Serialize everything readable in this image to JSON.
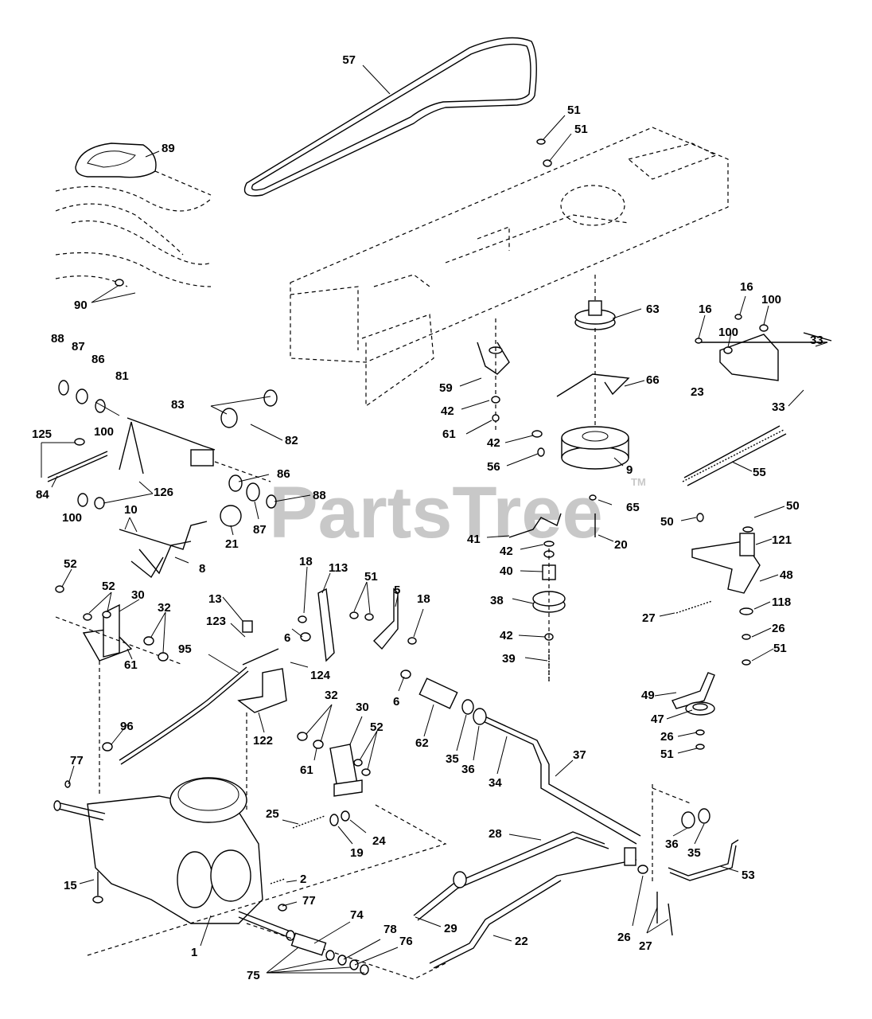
{
  "watermark": {
    "text": "PartsTree",
    "tm": "TM"
  },
  "callouts": [
    {
      "id": "c57",
      "text": "57"
    },
    {
      "id": "c51a",
      "text": "51"
    },
    {
      "id": "c51b",
      "text": "51"
    },
    {
      "id": "c89",
      "text": "89"
    },
    {
      "id": "c90",
      "text": "90"
    },
    {
      "id": "c63",
      "text": "63"
    },
    {
      "id": "c16a",
      "text": "16"
    },
    {
      "id": "c16b",
      "text": "16"
    },
    {
      "id": "c100a",
      "text": "100"
    },
    {
      "id": "c100b",
      "text": "100"
    },
    {
      "id": "c33a",
      "text": "33"
    },
    {
      "id": "c33b",
      "text": "33"
    },
    {
      "id": "c23",
      "text": "23"
    },
    {
      "id": "c66",
      "text": "66"
    },
    {
      "id": "c59",
      "text": "59"
    },
    {
      "id": "c42a",
      "text": "42"
    },
    {
      "id": "c61a",
      "text": "61"
    },
    {
      "id": "c42b",
      "text": "42"
    },
    {
      "id": "c56",
      "text": "56"
    },
    {
      "id": "c9",
      "text": "9"
    },
    {
      "id": "c55",
      "text": "55"
    },
    {
      "id": "c88a",
      "text": "88"
    },
    {
      "id": "c87a",
      "text": "87"
    },
    {
      "id": "c86a",
      "text": "86"
    },
    {
      "id": "c81",
      "text": "81"
    },
    {
      "id": "c83",
      "text": "83"
    },
    {
      "id": "c82",
      "text": "82"
    },
    {
      "id": "c125",
      "text": "125"
    },
    {
      "id": "c100c",
      "text": "100"
    },
    {
      "id": "c84",
      "text": "84"
    },
    {
      "id": "c100d",
      "text": "100"
    },
    {
      "id": "c126",
      "text": "126"
    },
    {
      "id": "c86b",
      "text": "86"
    },
    {
      "id": "c88b",
      "text": "88"
    },
    {
      "id": "c87b",
      "text": "87"
    },
    {
      "id": "c21",
      "text": "21"
    },
    {
      "id": "c10",
      "text": "10"
    },
    {
      "id": "c8",
      "text": "8"
    },
    {
      "id": "c65",
      "text": "65"
    },
    {
      "id": "c20",
      "text": "20"
    },
    {
      "id": "c41",
      "text": "41"
    },
    {
      "id": "c42c",
      "text": "42"
    },
    {
      "id": "c40",
      "text": "40"
    },
    {
      "id": "c50a",
      "text": "50"
    },
    {
      "id": "c50b",
      "text": "50"
    },
    {
      "id": "c121",
      "text": "121"
    },
    {
      "id": "c48",
      "text": "48"
    },
    {
      "id": "c118",
      "text": "118"
    },
    {
      "id": "c27a",
      "text": "27"
    },
    {
      "id": "c26a",
      "text": "26"
    },
    {
      "id": "c51c",
      "text": "51"
    },
    {
      "id": "c52a",
      "text": "52"
    },
    {
      "id": "c52b",
      "text": "52"
    },
    {
      "id": "c30a",
      "text": "30"
    },
    {
      "id": "c32a",
      "text": "32"
    },
    {
      "id": "c61b",
      "text": "61"
    },
    {
      "id": "c13",
      "text": "13"
    },
    {
      "id": "c123",
      "text": "123"
    },
    {
      "id": "c95",
      "text": "95"
    },
    {
      "id": "c18a",
      "text": "18"
    },
    {
      "id": "c113",
      "text": "113"
    },
    {
      "id": "c51d",
      "text": "51"
    },
    {
      "id": "c5",
      "text": "5"
    },
    {
      "id": "c18b",
      "text": "18"
    },
    {
      "id": "c6a",
      "text": "6"
    },
    {
      "id": "c124",
      "text": "124"
    },
    {
      "id": "c6b",
      "text": "6"
    },
    {
      "id": "c38",
      "text": "38"
    },
    {
      "id": "c42d",
      "text": "42"
    },
    {
      "id": "c39",
      "text": "39"
    },
    {
      "id": "c49",
      "text": "49"
    },
    {
      "id": "c47",
      "text": "47"
    },
    {
      "id": "c26b",
      "text": "26"
    },
    {
      "id": "c51e",
      "text": "51"
    },
    {
      "id": "c96",
      "text": "96"
    },
    {
      "id": "c122",
      "text": "122"
    },
    {
      "id": "c32b",
      "text": "32"
    },
    {
      "id": "c30b",
      "text": "30"
    },
    {
      "id": "c52c",
      "text": "52"
    },
    {
      "id": "c61c",
      "text": "61"
    },
    {
      "id": "c62",
      "text": "62"
    },
    {
      "id": "c35a",
      "text": "35"
    },
    {
      "id": "c36a",
      "text": "36"
    },
    {
      "id": "c34",
      "text": "34"
    },
    {
      "id": "c37",
      "text": "37"
    },
    {
      "id": "c77a",
      "text": "77"
    },
    {
      "id": "c25",
      "text": "25"
    },
    {
      "id": "c19",
      "text": "19"
    },
    {
      "id": "c24",
      "text": "24"
    },
    {
      "id": "c28",
      "text": "28"
    },
    {
      "id": "c36b",
      "text": "36"
    },
    {
      "id": "c35b",
      "text": "35"
    },
    {
      "id": "c53",
      "text": "53"
    },
    {
      "id": "c15",
      "text": "15"
    },
    {
      "id": "c2",
      "text": "2"
    },
    {
      "id": "c77b",
      "text": "77"
    },
    {
      "id": "c74",
      "text": "74"
    },
    {
      "id": "c29",
      "text": "29"
    },
    {
      "id": "c22",
      "text": "22"
    },
    {
      "id": "c26c",
      "text": "26"
    },
    {
      "id": "c1",
      "text": "1"
    },
    {
      "id": "c78",
      "text": "78"
    },
    {
      "id": "c76",
      "text": "76"
    },
    {
      "id": "c27b",
      "text": "27"
    },
    {
      "id": "c75",
      "text": "75"
    }
  ]
}
